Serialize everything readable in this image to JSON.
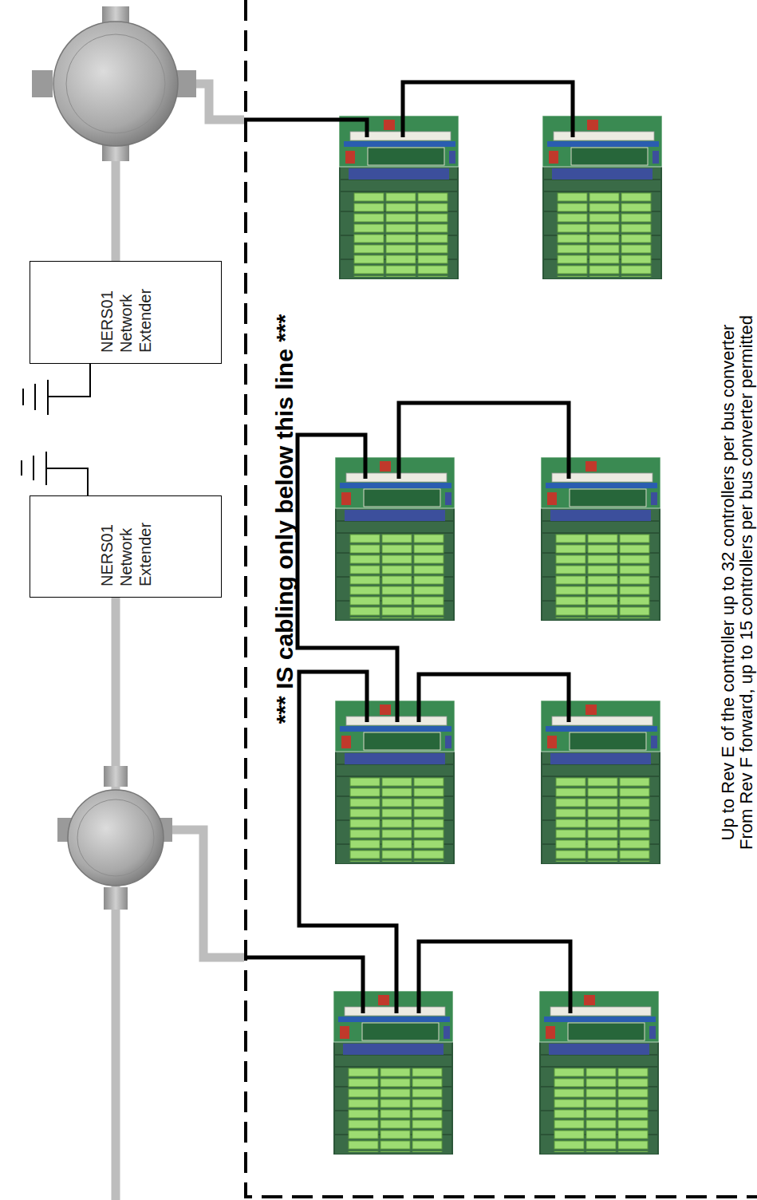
{
  "diagram": {
    "nodes": [
      {
        "text": [
          "NERS01 Network Extender"
        ]
      },
      {
        "text": [
          "NERS01 Network Extender"
        ]
      }
    ],
    "labels": [
      "*** IS cabling only below this line ***",
      "Up to Rev E of the controller up to 32 controllers per bus converter",
      "From Rev F forward, up to 15 controllers per bus converter permitted"
    ]
  }
}
